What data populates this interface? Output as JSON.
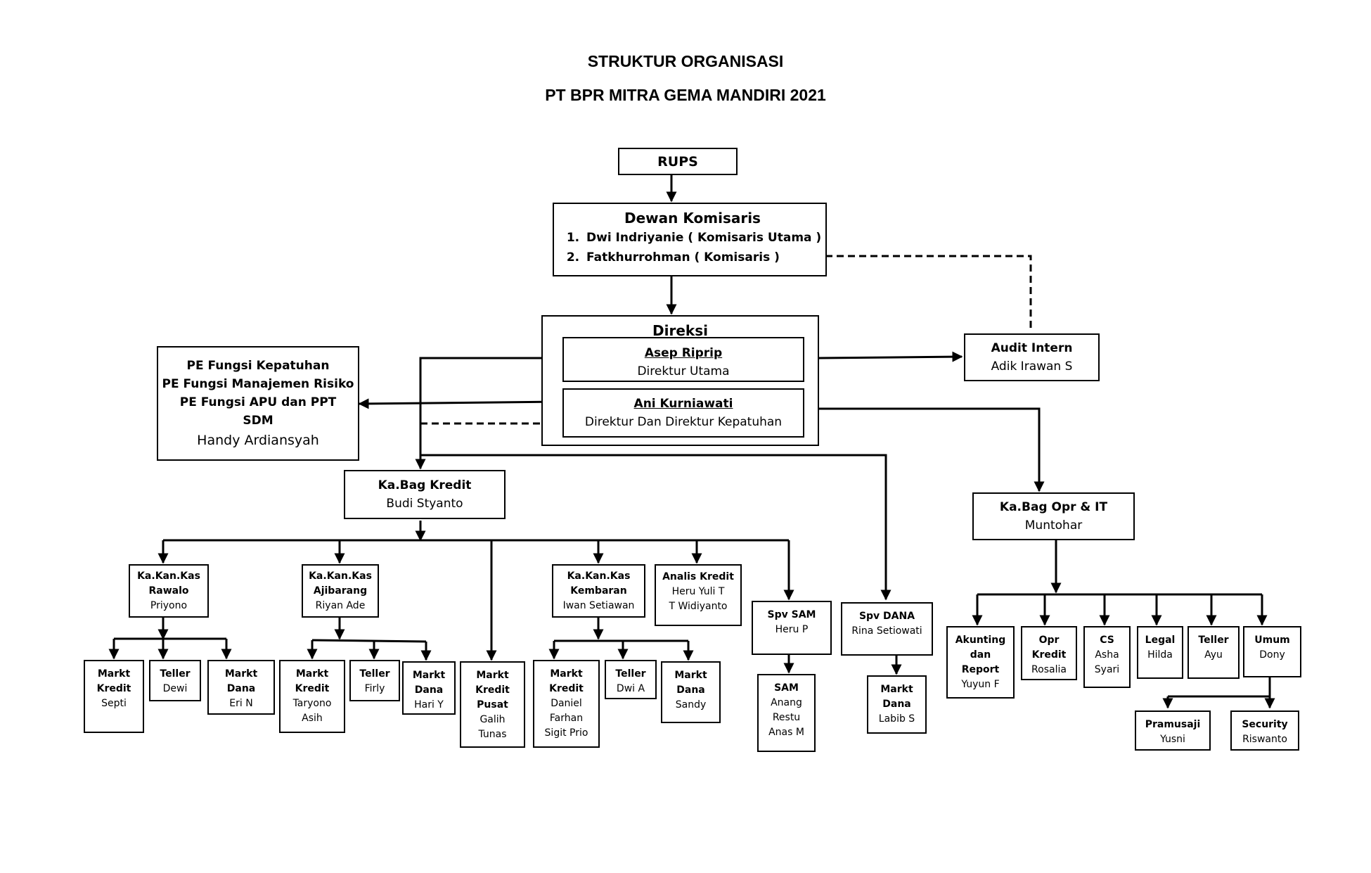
{
  "title_line1": "STRUKTUR ORGANISASI",
  "title_line2": "PT BPR MITRA GEMA MANDIRI 2021",
  "rups": "RUPS",
  "komisaris": {
    "title": "Dewan Komisaris",
    "m1_num": "1.",
    "m1": "Dwi Indriyanie ( Komisaris Utama )",
    "m2_num": "2.",
    "m2": "Fatkhurrohman ( Komisaris )"
  },
  "direksi": {
    "title": "Direksi",
    "d1_name": "Asep Riprip",
    "d1_role": "Direktur Utama",
    "d2_name": "Ani Kurniawati",
    "d2_role": "Direktur Dan Direktur Kepatuhan"
  },
  "audit": {
    "title": "Audit Intern",
    "name": "Adik Irawan S"
  },
  "pe": {
    "l1": "PE Fungsi Kepatuhan",
    "l2": "PE Fungsi Manajemen Risiko",
    "l3": "PE Fungsi APU dan PPT",
    "l4": "SDM",
    "name": "Handy Ardiansyah"
  },
  "kredit": {
    "title": "Ka.Bag Kredit",
    "name": "Budi Styanto"
  },
  "opr": {
    "title": "Ka.Bag Opr & IT",
    "name": "Muntohar"
  },
  "rawalo": {
    "t1": "Ka.Kan.Kas",
    "t2": "Rawalo",
    "name": "Priyono"
  },
  "ajibarang": {
    "t1": "Ka.Kan.Kas",
    "t2": "Ajibarang",
    "name": "Riyan Ade"
  },
  "kembaran": {
    "t1": "Ka.Kan.Kas",
    "t2": "Kembaran",
    "name": "Iwan Setiawan"
  },
  "analis": {
    "title": "Analis Kredit",
    "n1": "Heru Yuli T",
    "n2": "T  Widiyanto"
  },
  "spvsam": {
    "title": "Spv SAM",
    "name": "Heru P"
  },
  "spvdana": {
    "title": "Spv DANA",
    "name": "Rina Setiowati"
  },
  "r_mk": {
    "t1": "Markt",
    "t2": "Kredit",
    "name": "Septi"
  },
  "r_teller": {
    "title": "Teller",
    "name": "Dewi"
  },
  "r_md": {
    "t1": "Markt",
    "t2": "Dana",
    "name": "Eri N"
  },
  "a_mk": {
    "t1": "Markt",
    "t2": "Kredit",
    "n1": "Taryono",
    "n2": "Asih"
  },
  "a_teller": {
    "title": "Teller",
    "name": "Firly"
  },
  "a_md": {
    "t1": "Markt",
    "t2": "Dana",
    "name": "Hari Y"
  },
  "mkp": {
    "t1": "Markt",
    "t2": "Kredit",
    "t3": "Pusat",
    "n1": "Galih",
    "n2": "Tunas"
  },
  "k_mk": {
    "t1": "Markt",
    "t2": "Kredit",
    "n1": "Daniel",
    "n2": "Farhan",
    "n3": "Sigit Prio"
  },
  "k_teller": {
    "title": "Teller",
    "name": "Dwi A"
  },
  "k_md": {
    "t1": "Markt",
    "t2": "Dana",
    "name": "Sandy"
  },
  "sam": {
    "title": "SAM",
    "n1": "Anang",
    "n2": "Restu",
    "n3": "Anas M"
  },
  "dana": {
    "t1": "Markt",
    "t2": "Dana",
    "name": "Labib S"
  },
  "akunting": {
    "t1": "Akunting",
    "t2": "dan",
    "t3": "Report",
    "name": "Yuyun F"
  },
  "oprkredit": {
    "t1": "Opr",
    "t2": "Kredit",
    "name": "Rosalia"
  },
  "cs": {
    "title": "CS",
    "n1": "Asha",
    "n2": "Syari"
  },
  "legal": {
    "title": "Legal",
    "name": "Hilda"
  },
  "o_teller": {
    "title": "Teller",
    "name": "Ayu"
  },
  "umum": {
    "title": "Umum",
    "name": "Dony"
  },
  "pramusaji": {
    "title": "Pramusaji",
    "name": "Yusni"
  },
  "security": {
    "title": "Security",
    "name": "Riswanto"
  }
}
